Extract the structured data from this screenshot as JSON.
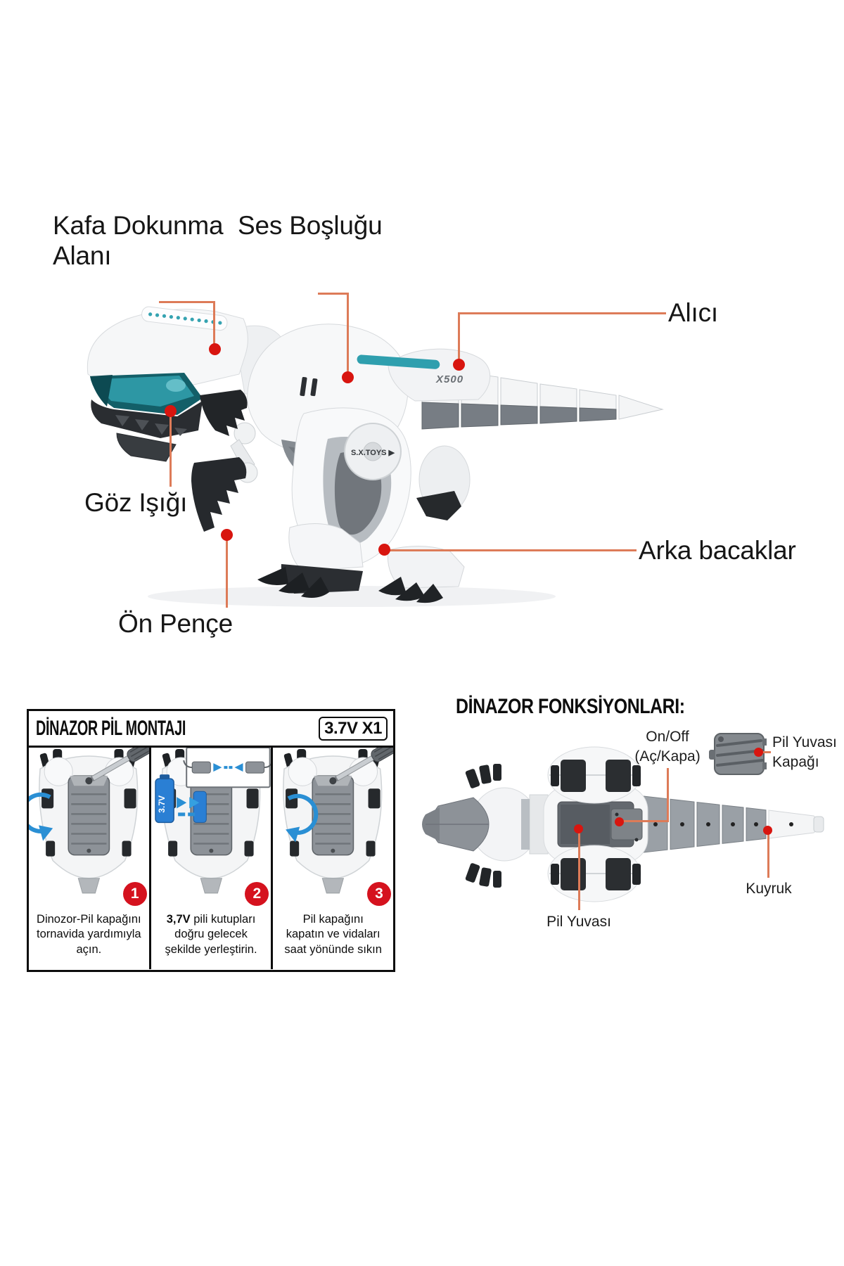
{
  "colors": {
    "leader_line": "#dd7b58",
    "marker_dot": "#d8150f",
    "teal_accent": "#2f9fae",
    "logo_teal": "#41b4c6",
    "step_badge_red": "#d5121e",
    "battery_blue": "#2a7fd4"
  },
  "diagram": {
    "labels": {
      "head_touch_area": "Kafa Dokunma Alanı",
      "sound_gap": "Ses Boşluğu",
      "receiver": "Alıcı",
      "eye_light": "Göz Işığı",
      "front_claw": "Ön Pençe",
      "hind_legs": "Arka bacaklar"
    },
    "body_markings": {
      "logo_primary": "5.X",
      "logo_secondary": ".TOYS",
      "model_code": "X500",
      "hip_print": "S.X.TOYS ▶"
    }
  },
  "battery_section": {
    "title": "DİNAZOR PİL MONTAJI",
    "spec_badge": "3.7V X1",
    "steps": [
      {
        "number": "1",
        "bold": "",
        "text": "Dinozor-Pil kapağını\ntornavida yardımıyla\naçın."
      },
      {
        "number": "2",
        "bold": "3,7V",
        "text": " pili kutupları\ndoğru gelecek\nşekilde yerleştirin.",
        "battery_label": "3.7V"
      },
      {
        "number": "3",
        "bold": "",
        "text": "Pil kapağını\nkapatın ve vidaları\nsaat yönünde sıkın"
      }
    ]
  },
  "functions_section": {
    "title": "DİNAZOR FONKSİYONLARI:",
    "labels": {
      "on_off_line1": "On/Off",
      "on_off_line2": "(Aç/Kapa)",
      "battery_cover_line1": "Pil Yuvası",
      "battery_cover_line2": "Kapağı",
      "battery_slot": "Pil Yuvası",
      "tail": "Kuyruk"
    }
  }
}
